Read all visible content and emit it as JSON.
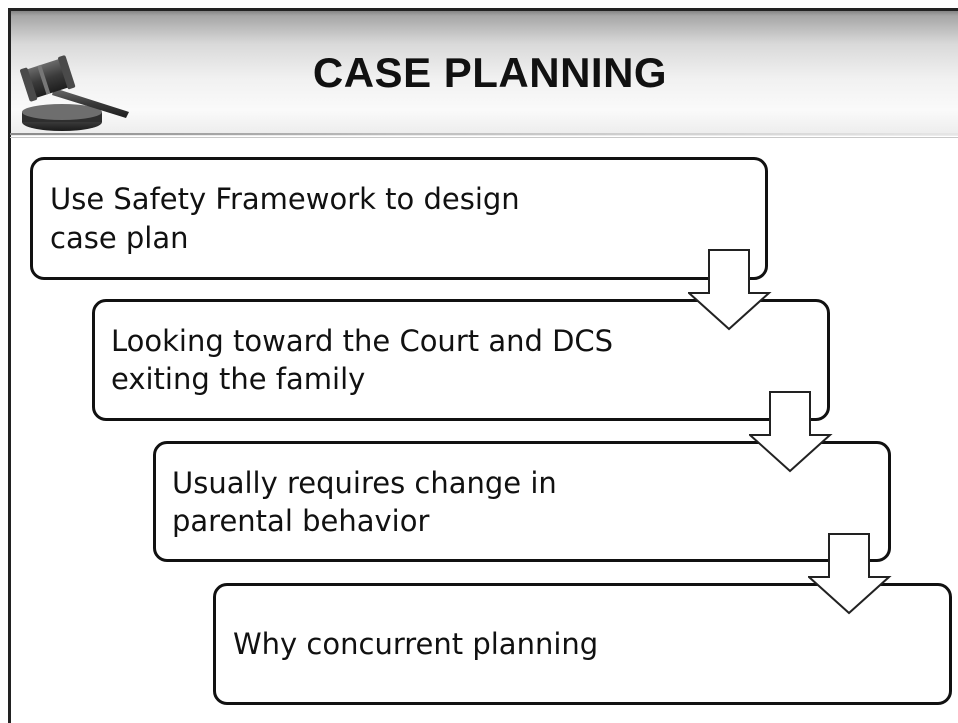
{
  "slide": {
    "title": "CASE PLANNING"
  },
  "diagram": {
    "steps": [
      {
        "text_line1": "Use Safety Framework to design",
        "text_line2": "case plan"
      },
      {
        "text_line1": "Looking toward the Court and DCS",
        "text_line2": "exiting the family"
      },
      {
        "text_line1": "Usually requires change in",
        "text_line2": "parental behavior"
      },
      {
        "text_line1": "Why concurrent planning",
        "text_line2": ""
      }
    ]
  },
  "icons": {
    "header_icon": "gavel-icon",
    "connector_icon": "down-arrow-icon"
  }
}
